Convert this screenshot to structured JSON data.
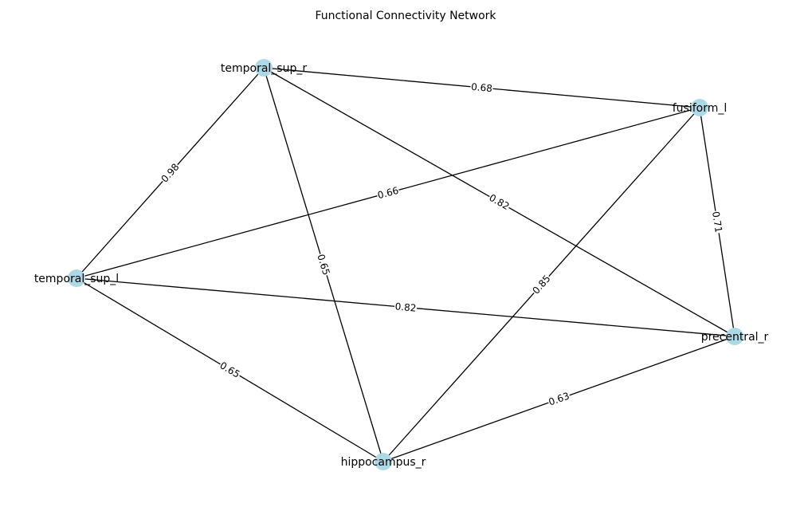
{
  "title": "Functional Connectivity Network",
  "colors": {
    "node_fill": "#add8e6",
    "edge": "#000000",
    "label_bg": "#ffffff"
  },
  "nodes": [
    {
      "id": "temporal_sup_r",
      "label": "temporal_sup_r"
    },
    {
      "id": "fusiform_l",
      "label": "fusiform_l"
    },
    {
      "id": "temporal_sup_l",
      "label": "temporal_sup_l"
    },
    {
      "id": "precentral_r",
      "label": "precentral_r"
    },
    {
      "id": "hippocampus_r",
      "label": "hippocampus_r"
    }
  ],
  "edges": [
    {
      "source": "temporal_sup_r",
      "target": "fusiform_l",
      "weight": "0.68"
    },
    {
      "source": "temporal_sup_r",
      "target": "temporal_sup_l",
      "weight": "0.98"
    },
    {
      "source": "temporal_sup_r",
      "target": "hippocampus_r",
      "weight": "0.65"
    },
    {
      "source": "temporal_sup_r",
      "target": "precentral_r",
      "weight": "0.82"
    },
    {
      "source": "fusiform_l",
      "target": "temporal_sup_l",
      "weight": "0.66"
    },
    {
      "source": "fusiform_l",
      "target": "precentral_r",
      "weight": "0.71"
    },
    {
      "source": "fusiform_l",
      "target": "hippocampus_r",
      "weight": "0.85"
    },
    {
      "source": "temporal_sup_l",
      "target": "precentral_r",
      "weight": "0.82"
    },
    {
      "source": "temporal_sup_l",
      "target": "hippocampus_r",
      "weight": "0.65"
    },
    {
      "source": "hippocampus_r",
      "target": "precentral_r",
      "weight": "0.63"
    }
  ]
}
